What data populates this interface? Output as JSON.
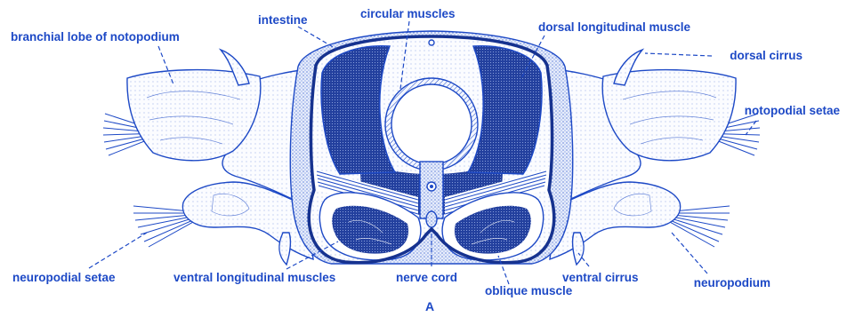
{
  "labels": {
    "branchial_lobe": "branchial lobe of notopodium",
    "intestine": "intestine",
    "circular_muscles": "circular muscles",
    "dorsal_longitudinal_muscle": "dorsal longitudinal muscle",
    "dorsal_cirrus": "dorsal cirrus",
    "notopodial_setae": "notopodial setae",
    "neuropodial_setae": "neuropodial setae",
    "ventral_longitudinal_muscles": "ventral longitudinal muscles",
    "nerve_cord": "nerve cord",
    "oblique_muscle": "oblique muscle",
    "ventral_cirrus": "ventral cirrus",
    "neuropodium": "neuropodium"
  },
  "figure_letter": "A",
  "colors": {
    "ink": "#1d49c6",
    "dark_tissue": "#23409e",
    "light_tissue": "#e6ecfb",
    "paper": "#ffffff"
  }
}
